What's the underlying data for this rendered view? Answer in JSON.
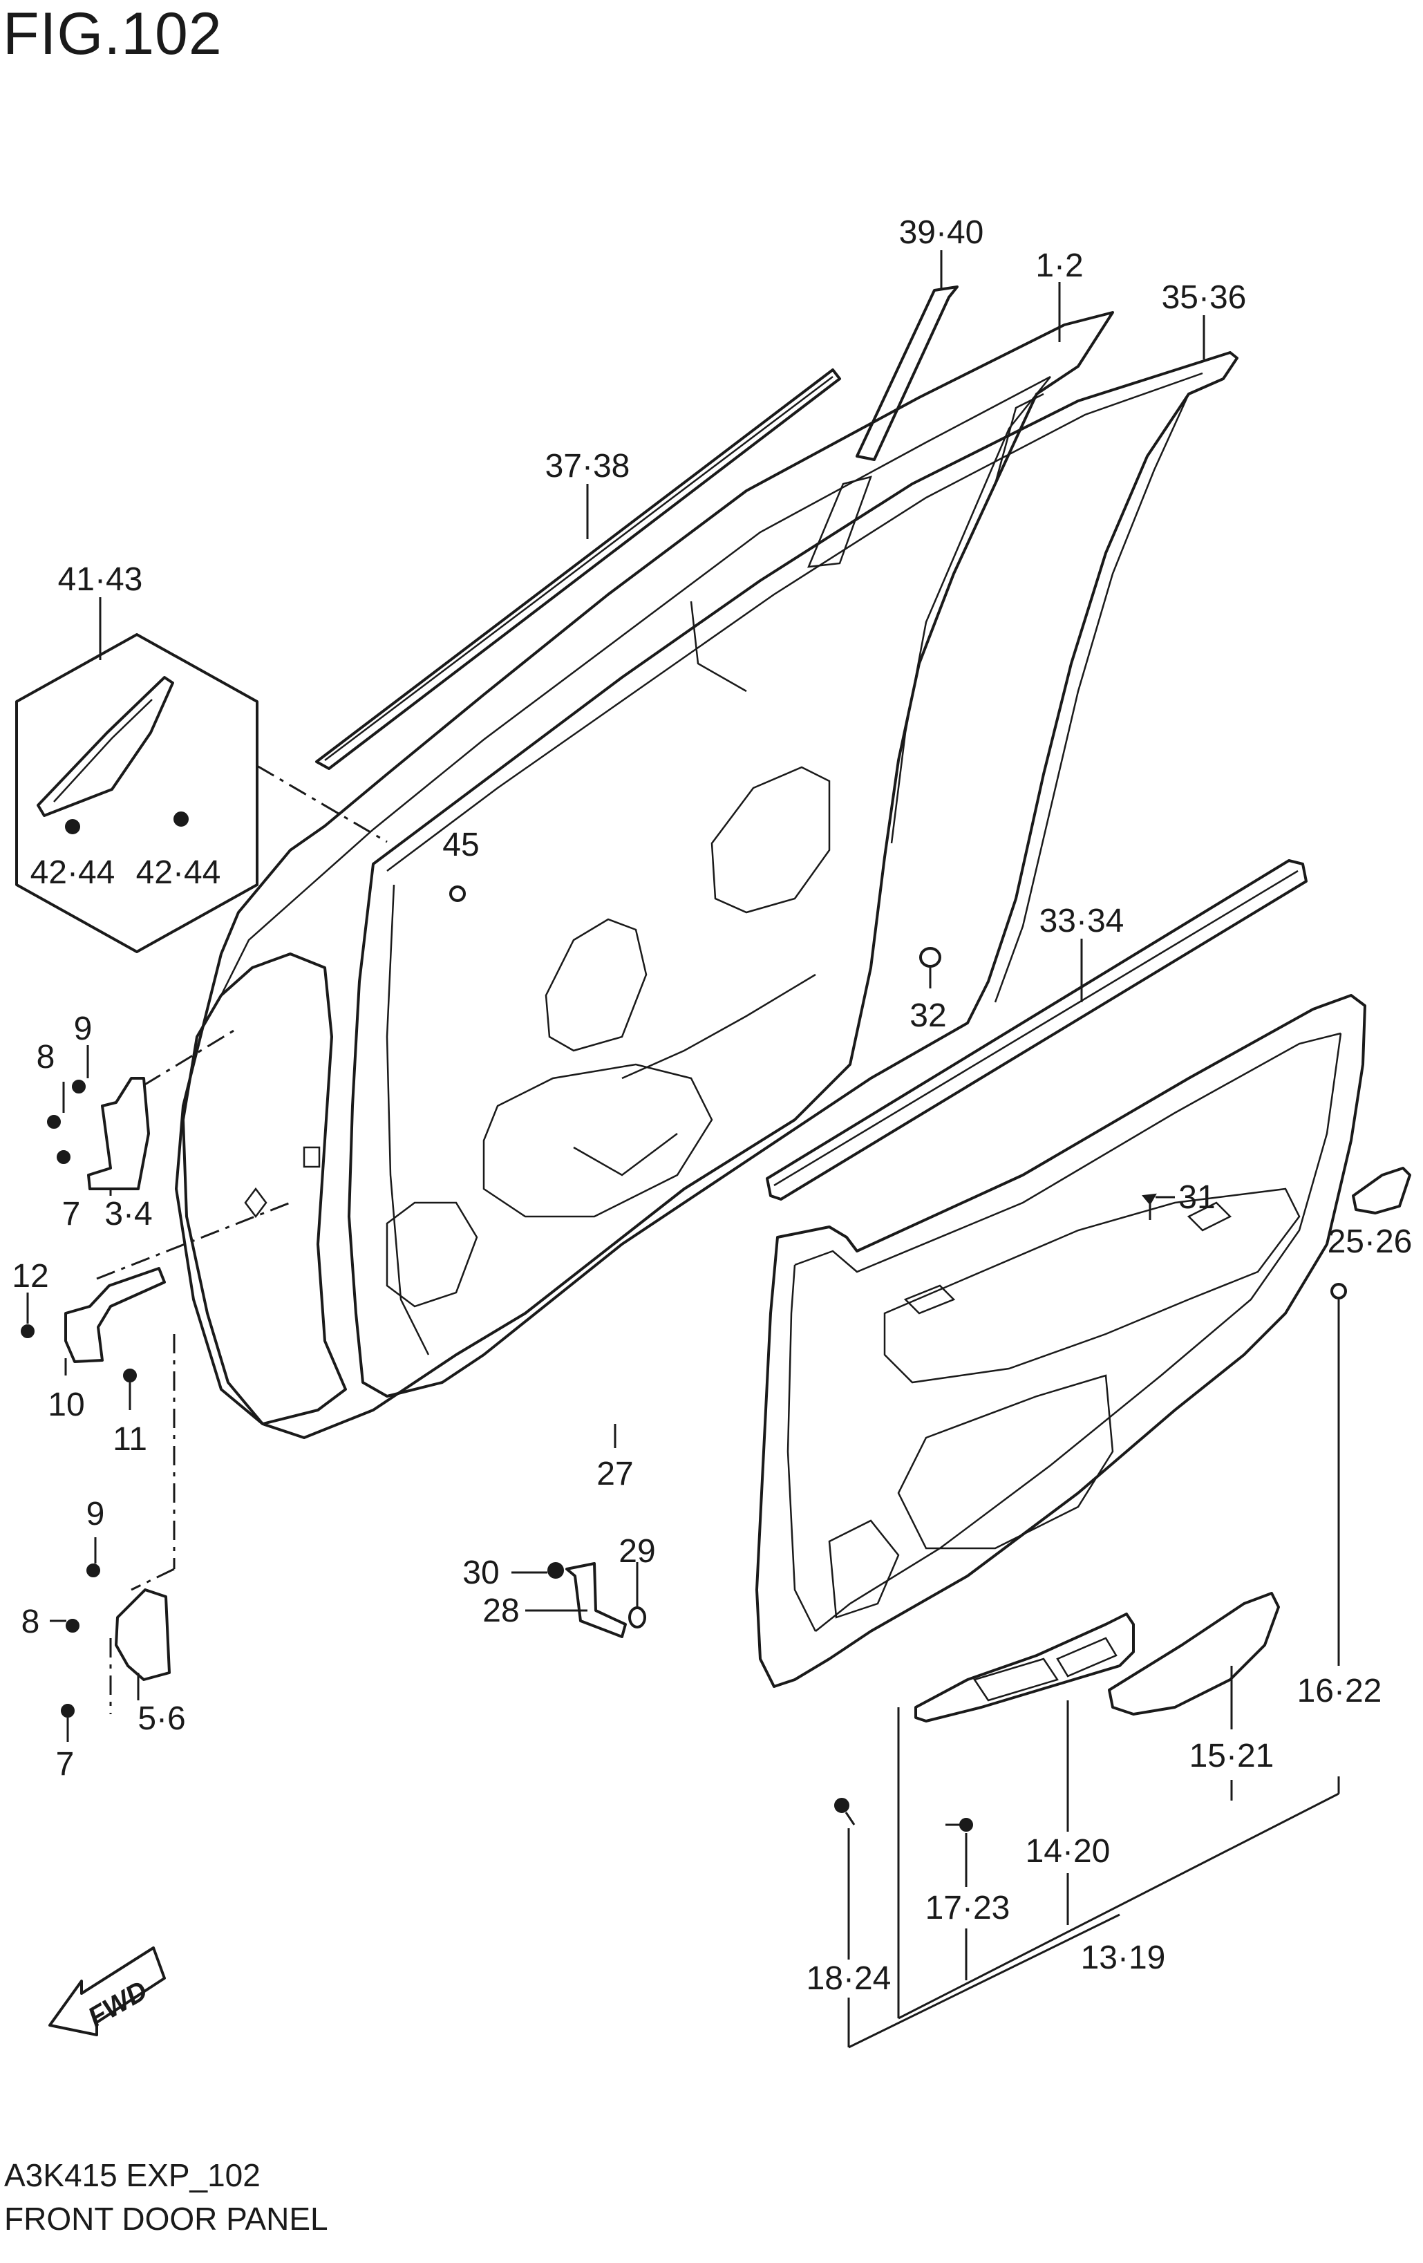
{
  "figure": {
    "title": "FIG.102",
    "code": "A3K415 EXP_102",
    "name": "FRONT DOOR PANEL"
  },
  "callouts": [
    {
      "id": "c-39-40",
      "text": "39·40"
    },
    {
      "id": "c-1-2",
      "text": "1·2"
    },
    {
      "id": "c-35-36",
      "text": "35·36"
    },
    {
      "id": "c-37-38",
      "text": "37·38"
    },
    {
      "id": "c-41-43",
      "text": "41·43"
    },
    {
      "id": "c-42-44a",
      "text": "42·44"
    },
    {
      "id": "c-42-44b",
      "text": "42·44"
    },
    {
      "id": "c-45",
      "text": "45"
    },
    {
      "id": "c-33-34",
      "text": "33·34"
    },
    {
      "id": "c-32",
      "text": "32"
    },
    {
      "id": "c-9a",
      "text": "9"
    },
    {
      "id": "c-8a",
      "text": "8"
    },
    {
      "id": "c-7a",
      "text": "7"
    },
    {
      "id": "c-3-4",
      "text": "3·4"
    },
    {
      "id": "c-31",
      "text": "31"
    },
    {
      "id": "c-25-26",
      "text": "25·26"
    },
    {
      "id": "c-12",
      "text": "12"
    },
    {
      "id": "c-10",
      "text": "10"
    },
    {
      "id": "c-11",
      "text": "11"
    },
    {
      "id": "c-27",
      "text": "27"
    },
    {
      "id": "c-9b",
      "text": "9"
    },
    {
      "id": "c-30",
      "text": "30"
    },
    {
      "id": "c-29",
      "text": "29"
    },
    {
      "id": "c-28",
      "text": "28"
    },
    {
      "id": "c-8b",
      "text": "8"
    },
    {
      "id": "c-5-6",
      "text": "5·6"
    },
    {
      "id": "c-7b",
      "text": "7"
    },
    {
      "id": "c-16-22",
      "text": "16·22"
    },
    {
      "id": "c-15-21",
      "text": "15·21"
    },
    {
      "id": "c-14-20",
      "text": "14·20"
    },
    {
      "id": "c-17-23",
      "text": "17·23"
    },
    {
      "id": "c-13-19",
      "text": "13·19"
    },
    {
      "id": "c-18-24",
      "text": "18·24"
    }
  ],
  "fwd_badge": "FWD"
}
